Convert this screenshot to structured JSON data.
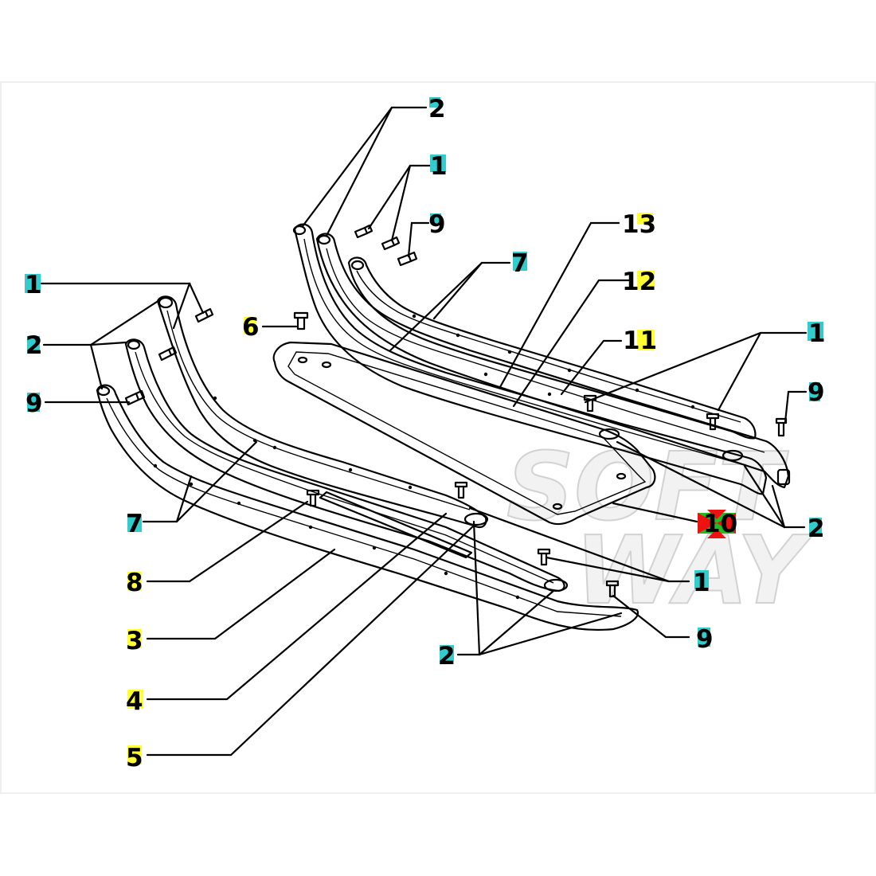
{
  "diagram": {
    "watermark": {
      "line1": "SOFT",
      "line2": "WAY"
    },
    "colors": {
      "hl_cyan": "#33cccc",
      "hl_yellow": "#ffff33",
      "hl_green": "#22bb22",
      "hl_red": "#ee1111",
      "line": "#000000"
    },
    "callouts": [
      {
        "id": "c2-top",
        "text": "2",
        "hl": "cyan"
      },
      {
        "id": "c1-top",
        "text": "1",
        "hl": "cyan"
      },
      {
        "id": "c9-top",
        "text": "9",
        "hl": "cyan"
      },
      {
        "id": "c13",
        "text": "13",
        "hl": "yellow"
      },
      {
        "id": "c7-top",
        "text": "7",
        "hl": "cyan"
      },
      {
        "id": "c12",
        "text": "12",
        "hl": "yellow"
      },
      {
        "id": "c1-left",
        "text": "1",
        "hl": "cyan"
      },
      {
        "id": "c6",
        "text": "6",
        "hl": "yellow"
      },
      {
        "id": "c11",
        "text": "11",
        "hl": "yellow"
      },
      {
        "id": "c1-right",
        "text": "1",
        "hl": "cyan"
      },
      {
        "id": "c2-left",
        "text": "2",
        "hl": "cyan"
      },
      {
        "id": "c9-right",
        "text": "9",
        "hl": "cyan"
      },
      {
        "id": "c9-left",
        "text": "9",
        "hl": "cyan"
      },
      {
        "id": "c7-left",
        "text": "7",
        "hl": "cyan"
      },
      {
        "id": "c10",
        "text": "10",
        "hl": "green"
      },
      {
        "id": "c2-right",
        "text": "2",
        "hl": "cyan"
      },
      {
        "id": "c8",
        "text": "8",
        "hl": "yellow"
      },
      {
        "id": "c1-bottom",
        "text": "1",
        "hl": "cyan"
      },
      {
        "id": "c3",
        "text": "3",
        "hl": "yellow"
      },
      {
        "id": "c9-bottom",
        "text": "9",
        "hl": "cyan"
      },
      {
        "id": "c2-bottom",
        "text": "2",
        "hl": "cyan"
      },
      {
        "id": "c4",
        "text": "4",
        "hl": "yellow"
      },
      {
        "id": "c5",
        "text": "5",
        "hl": "yellow"
      }
    ]
  }
}
